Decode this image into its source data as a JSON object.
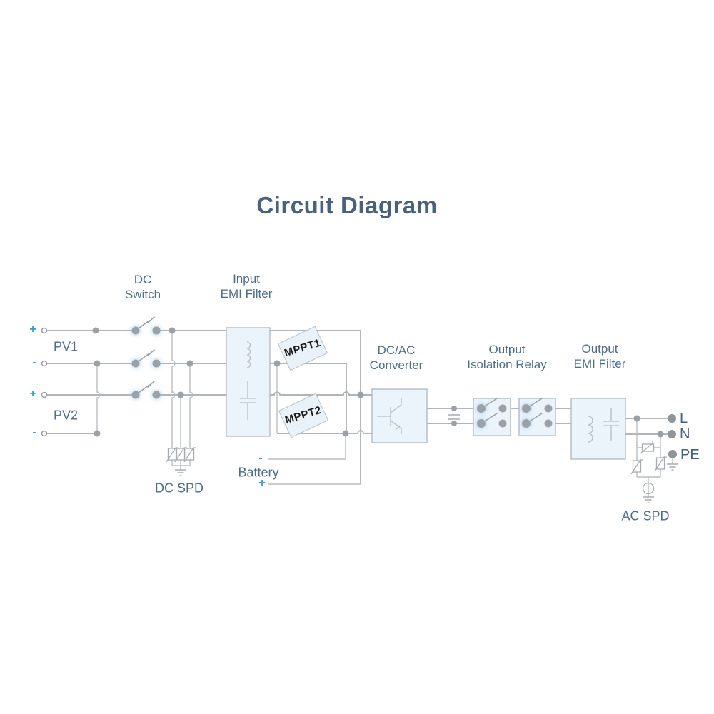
{
  "title": "Circuit Diagram",
  "labels": {
    "dc_switch": "DC\nSwitch",
    "input_emi_filter": "Input\nEMI Filter",
    "dc_ac_converter": "DC/AC\nConverter",
    "output_isolation_relay": "Output\nIsolation Relay",
    "output_emi_filter": "Output\nEMI Filter",
    "pv1": "PV1",
    "pv2": "PV2",
    "dc_spd": "DC SPD",
    "ac_spd": "AC SPD",
    "battery": "Battery",
    "mppt1": "MPPT1",
    "mppt2": "MPPT2",
    "l": "L",
    "n": "N",
    "pe": "PE"
  },
  "signs": {
    "pv1_plus": "+",
    "pv1_minus": "-",
    "pv2_plus": "+",
    "pv2_minus": "-",
    "battery_minus": "-",
    "battery_plus": "+"
  },
  "colors": {
    "title_text": "#47617e",
    "label_text": "#4e6b87",
    "polarity_blue": "#2f9ed6",
    "wire_gray": "#a6abb0",
    "box_fill": "#ecf4fb",
    "box_stroke": "#aeb6be",
    "dot_gray": "#9ba1a7",
    "switch_glow": "#8ec6ec"
  }
}
